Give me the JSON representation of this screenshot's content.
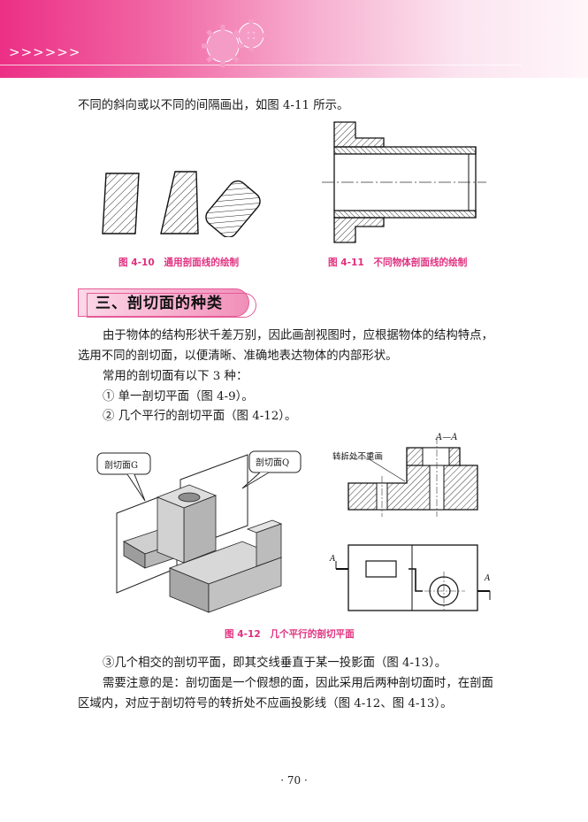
{
  "header": {
    "chevrons": ">>>>>>",
    "colors": {
      "accent": "#ec2f86",
      "caption": "#e0307f"
    }
  },
  "text": {
    "line1": "不同的斜向或以不同的间隔画出，如图 4-11 所示。",
    "para1_l1": "由于物体的结构形状千差万别，因此画剖视图时，应根据物体的结构特点，",
    "para1_l2": "选用不同的剖切面，以便清晰、准确地表达物体的内部形状。",
    "para2": "常用的剖切面有以下 3 种：",
    "item1": "① 单一剖切平面（图 4-9）。",
    "item2": "② 几个平行的剖切平面（图 4-12）。",
    "item3": "③几个相交的剖切平面，即其交线垂直于某一投影面（图 4-13）。",
    "para3_l1": "需要注意的是：剖切面是一个假想的面，因此采用后两种剖切面时，在剖面",
    "para3_l2": "区域内，对应于剖切符号的转折处不应画投影线（图 4-12、图 4-13）。"
  },
  "section": {
    "title": "三、剖切面的种类"
  },
  "figures": {
    "fig410": {
      "caption": "图 4-10　通用剖面线的绘制"
    },
    "fig411": {
      "caption": "图 4-11　不同物体剖面线的绘制"
    },
    "fig412": {
      "caption": "图 4-12　几个平行的剖切平面",
      "label_g": "剖切面G",
      "label_q": "剖切面Q",
      "section_label": "A—A",
      "note": "转折处不重画",
      "mark_a": "A"
    }
  },
  "page": {
    "number": "· 70 ·"
  }
}
